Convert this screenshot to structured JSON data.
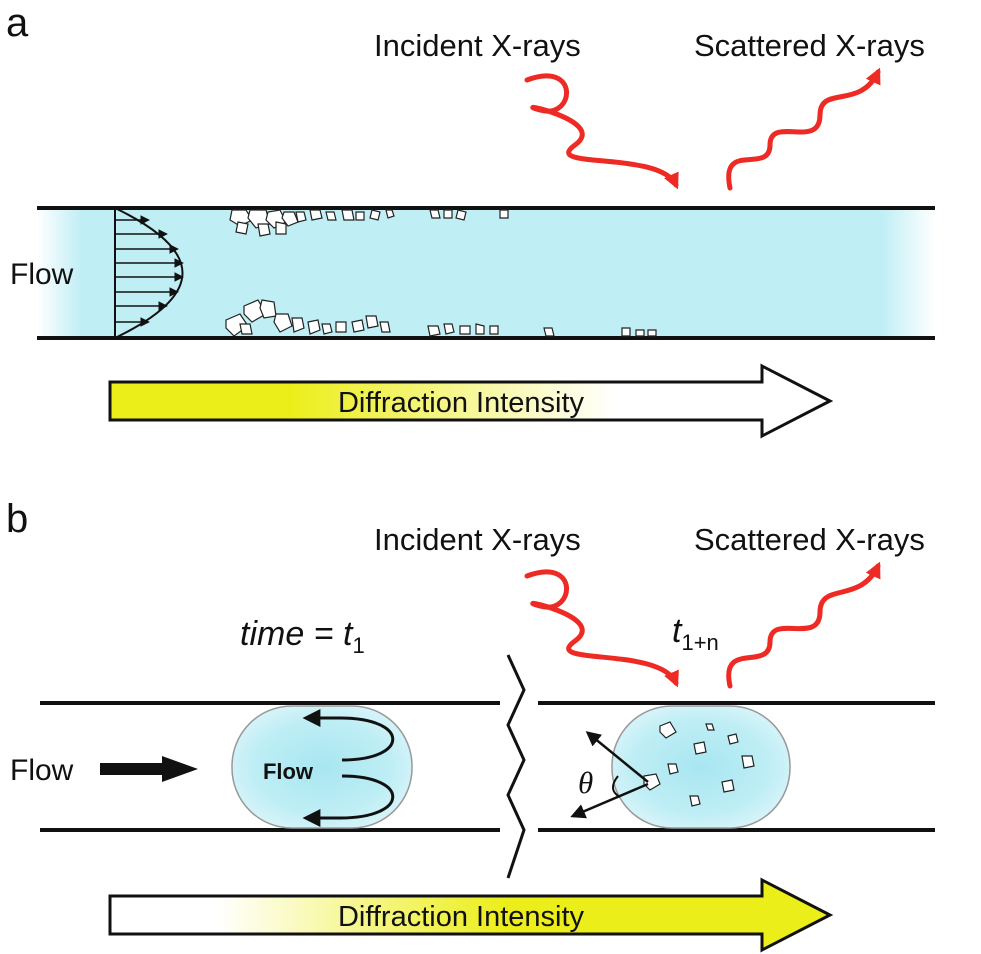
{
  "panel_a": {
    "letter": "a",
    "incident_label": "Incident X-rays",
    "scattered_label": "Scattered X-rays",
    "flow_label": "Flow",
    "intensity_label": "Diffraction Intensity",
    "intensity_direction": "decreasing"
  },
  "panel_b": {
    "letter": "b",
    "incident_label": "Incident X-rays",
    "scattered_label": "Scattered X-rays",
    "flow_label": "Flow",
    "time_prefix": "time = t",
    "time_sub": "1",
    "later_time": "t",
    "later_sub": "1+n",
    "droplet_flow_label": "Flow",
    "theta": "θ",
    "intensity_label": "Diffraction Intensity",
    "intensity_direction": "increasing"
  },
  "colors": {
    "xray": "#ee2a24",
    "channel_fluid": "#bfeef5",
    "intensity_yellow": "#ecee1a",
    "wall": "#111111"
  },
  "icons": [
    "wavy-arrow",
    "parabolic-flow-profile",
    "crystal",
    "block-arrow",
    "break-line"
  ]
}
